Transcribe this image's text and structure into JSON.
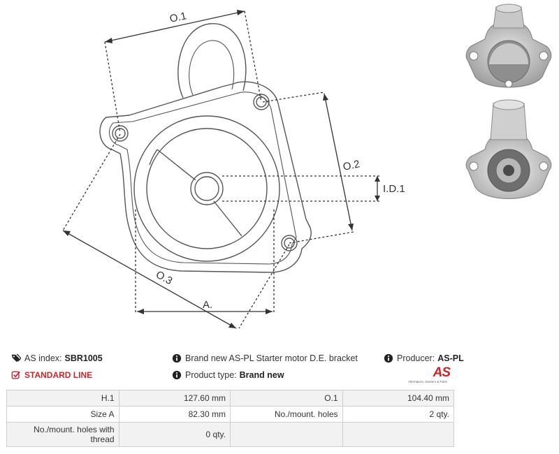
{
  "drawing": {
    "labels": {
      "o1": "O.1",
      "o2": "O.2",
      "o3": "O.3",
      "id1": "I.D.1",
      "a": "A."
    }
  },
  "info": {
    "as_index_label": "AS index:",
    "as_index_value": "SBR1005",
    "standard_line": "STANDARD LINE",
    "description": "Brand new AS-PL Starter motor D.E. bracket",
    "product_type_label": "Product type:",
    "product_type_value": "Brand new",
    "producer_label": "Producer:",
    "producer_value": "AS-PL",
    "logo_text": "AS",
    "logo_tagline": "Alternators, Starters & Parts"
  },
  "specs": [
    [
      {
        "label": "H.1",
        "value": "127.60 mm"
      },
      {
        "label": "O.1",
        "value": "104.40 mm"
      }
    ],
    [
      {
        "label": "Size A",
        "value": "82.30 mm"
      },
      {
        "label": "No./mount. holes",
        "value": "2 qty."
      }
    ],
    [
      {
        "label": "No./mount. holes with thread",
        "value": "0 qty."
      },
      {
        "label": "",
        "value": ""
      }
    ]
  ],
  "colors": {
    "accent": "#d0232a",
    "line": "#555555"
  }
}
